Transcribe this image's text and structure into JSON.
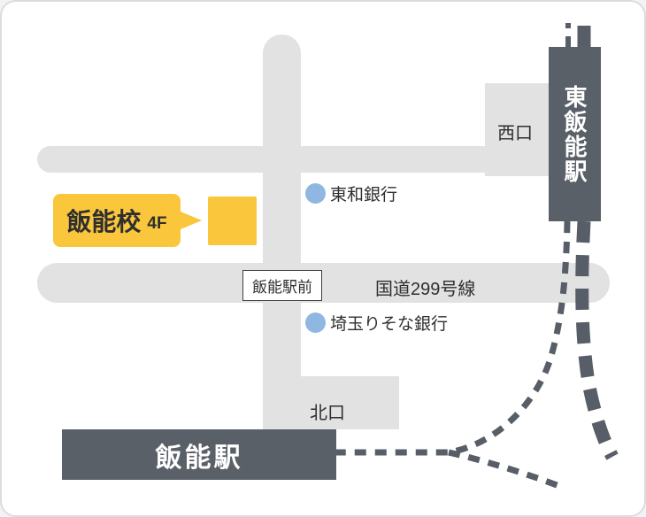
{
  "callout": {
    "school_name": "飯能校",
    "floor": "4F"
  },
  "stations": {
    "higashi_hanno": "東飯能駅",
    "hanno": "飯能駅"
  },
  "exits": {
    "west": "西口",
    "north": "北口"
  },
  "road": {
    "route_name": "国道299号線"
  },
  "intersection": {
    "name": "飯能駅前"
  },
  "pois": {
    "towa_bank": {
      "label": "東和銀行",
      "marker_color": "#8fb7e1"
    },
    "saitama_resona_bank": {
      "label": "埼玉りそな銀行",
      "marker_color": "#8fb7e1"
    }
  },
  "colors": {
    "accent_yellow": "#f9c63c",
    "station_gray": "#5a6068",
    "road_gray": "#e2e2e3",
    "marker_blue": "#8fb7e1",
    "card_border": "#dcdcdc"
  }
}
